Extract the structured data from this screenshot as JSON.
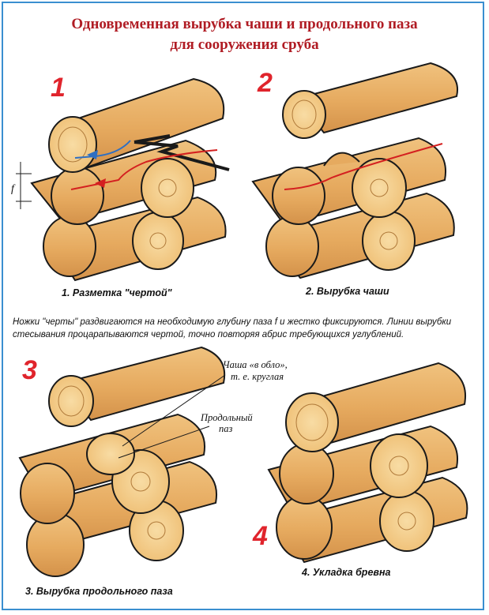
{
  "title": {
    "line1": "Одновременная вырубка чаши и продольного паза",
    "line2": "для сооружения сруба"
  },
  "steps": [
    {
      "number": "1",
      "caption": "1. Разметка \"чертой\""
    },
    {
      "number": "2",
      "caption": "2. Вырубка чаши"
    },
    {
      "number": "3",
      "caption": "3. Вырубка продольного паза"
    },
    {
      "number": "4",
      "caption": "4. Укладка бревна"
    }
  ],
  "note": "Ножки \"черты\" раздвигаются на необходимую глубину паза f и жестко фиксируются. Линии вырубки стесывания процарапываются чертой, точно повторяя абрис требующихся углублений.",
  "annotations": {
    "f_label": "f",
    "bowl_line1": "Чаша «в обло»,",
    "bowl_line2": "т. е. круглая",
    "groove_line1": "Продольный",
    "groove_line2": "паз"
  },
  "colors": {
    "title": "#b01c24",
    "step_number": "#e0242c",
    "wood": "#e8b06a",
    "wood_end": "#f3cd8c",
    "outline": "#1a1a1a",
    "marking_line": "#d42020",
    "blue_line": "#2f6fc2",
    "frame": "#3a8fd0"
  }
}
